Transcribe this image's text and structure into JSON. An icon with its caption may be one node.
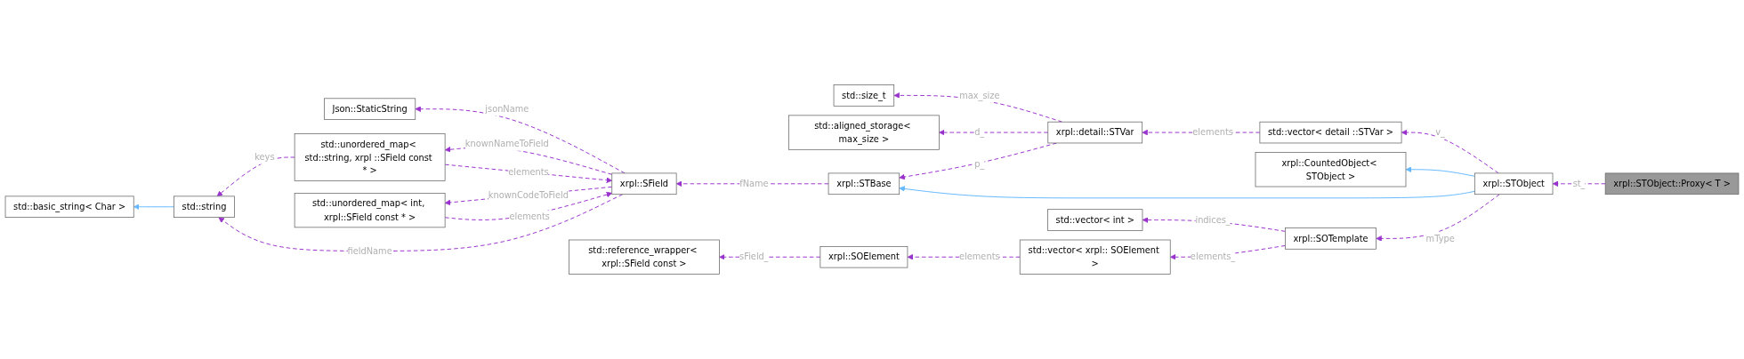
{
  "diagram": {
    "nodes": [
      {
        "text": [
          "std::basic_string< Char >"
        ]
      },
      {
        "text": [
          "std::string"
        ]
      },
      {
        "text": [
          "Json::StaticString"
        ]
      },
      {
        "text": [
          "xrpl::SField"
        ]
      },
      {
        "text": [
          "std::reference_wrapper< xrpl::SField const >"
        ]
      },
      {
        "text": [
          "std::size_t"
        ]
      },
      {
        "text": [
          "std::aligned_storage< max_size >"
        ]
      },
      {
        "text": [
          "std::unordered_map< std::string, xrpl ::SField const * >"
        ]
      },
      {
        "text": [
          "xrpl::STBase"
        ]
      },
      {
        "text": [
          "std::unordered_map< int, xrpl::SField const * >"
        ]
      },
      {
        "text": [
          "xrpl::SOElement"
        ]
      },
      {
        "text": [
          "xrpl::detail::STVar"
        ]
      },
      {
        "text": [
          "std::vector< xrpl:: SOElement >"
        ]
      },
      {
        "text": [
          "std::vector< int >"
        ]
      },
      {
        "text": [
          "std::vector< detail ::STVar >"
        ]
      },
      {
        "text": [
          "xrpl::CountedObject< STObject >"
        ]
      },
      {
        "text": [
          "xrpl::SOTemplate"
        ]
      },
      {
        "text": [
          "xrpl::STObject"
        ]
      },
      {
        "text": [
          "xrpl::STObject::Proxy< T >"
        ]
      }
    ],
    "edges": [
      {
        "from": 1,
        "to": 0,
        "arrow": "to",
        "color": "#63b8ff"
      },
      {
        "from": 7,
        "to": 1,
        "arrow": "to",
        "label": "keys",
        "style": "dashed"
      },
      {
        "from": 3,
        "to": 1,
        "arrow": "to",
        "label": "fieldName",
        "style": "dashed"
      },
      {
        "from": 3,
        "to": 2,
        "arrow": "to",
        "label": "jsonName",
        "style": "dashed"
      },
      {
        "from": 3,
        "to": 7,
        "arrow": "to",
        "label": "knownNameToField",
        "style": "dashed"
      },
      {
        "from": 7,
        "to": 3,
        "arrow": "to",
        "label": "elements",
        "style": "dashed"
      },
      {
        "from": 8,
        "to": 3,
        "arrow": "to",
        "label": "fName",
        "style": "dashed"
      },
      {
        "from": 9,
        "to": 3,
        "arrow": "to",
        "label": "elements",
        "style": "dashed"
      },
      {
        "from": 3,
        "to": 9,
        "arrow": "to",
        "label": "knownCodeToField",
        "style": "dashed"
      },
      {
        "from": 10,
        "to": 4,
        "arrow": "to",
        "label": "sField_",
        "style": "dashed"
      },
      {
        "from": 11,
        "to": 5,
        "arrow": "to",
        "label": "max_size",
        "style": "dashed"
      },
      {
        "from": 11,
        "to": 6,
        "arrow": "to",
        "label": "d_",
        "style": "dashed"
      },
      {
        "from": 11,
        "to": 8,
        "arrow": "to",
        "label": "p_",
        "style": "dashed"
      },
      {
        "from": 14,
        "to": 11,
        "arrow": "to",
        "label": "elements",
        "style": "dashed"
      },
      {
        "from": 12,
        "to": 10,
        "arrow": "to",
        "label": "elements",
        "style": "dashed"
      },
      {
        "from": 16,
        "to": 12,
        "arrow": "to",
        "label": "elements_",
        "style": "dashed"
      },
      {
        "from": 16,
        "to": 13,
        "arrow": "to",
        "label": "indices_",
        "style": "dashed"
      },
      {
        "from": 17,
        "to": 14,
        "arrow": "to",
        "label": "v_",
        "style": "dashed"
      },
      {
        "from": 17,
        "to": 8,
        "arrow": "to",
        "color": "#63b8ff"
      },
      {
        "from": 17,
        "to": 15,
        "arrow": "to",
        "color": "#63b8ff"
      },
      {
        "from": 17,
        "to": 16,
        "arrow": "to",
        "label": "mType",
        "style": "dashed"
      },
      {
        "from": 18,
        "to": 17,
        "arrow": "to",
        "label": "st_",
        "style": "dashed"
      }
    ]
  }
}
